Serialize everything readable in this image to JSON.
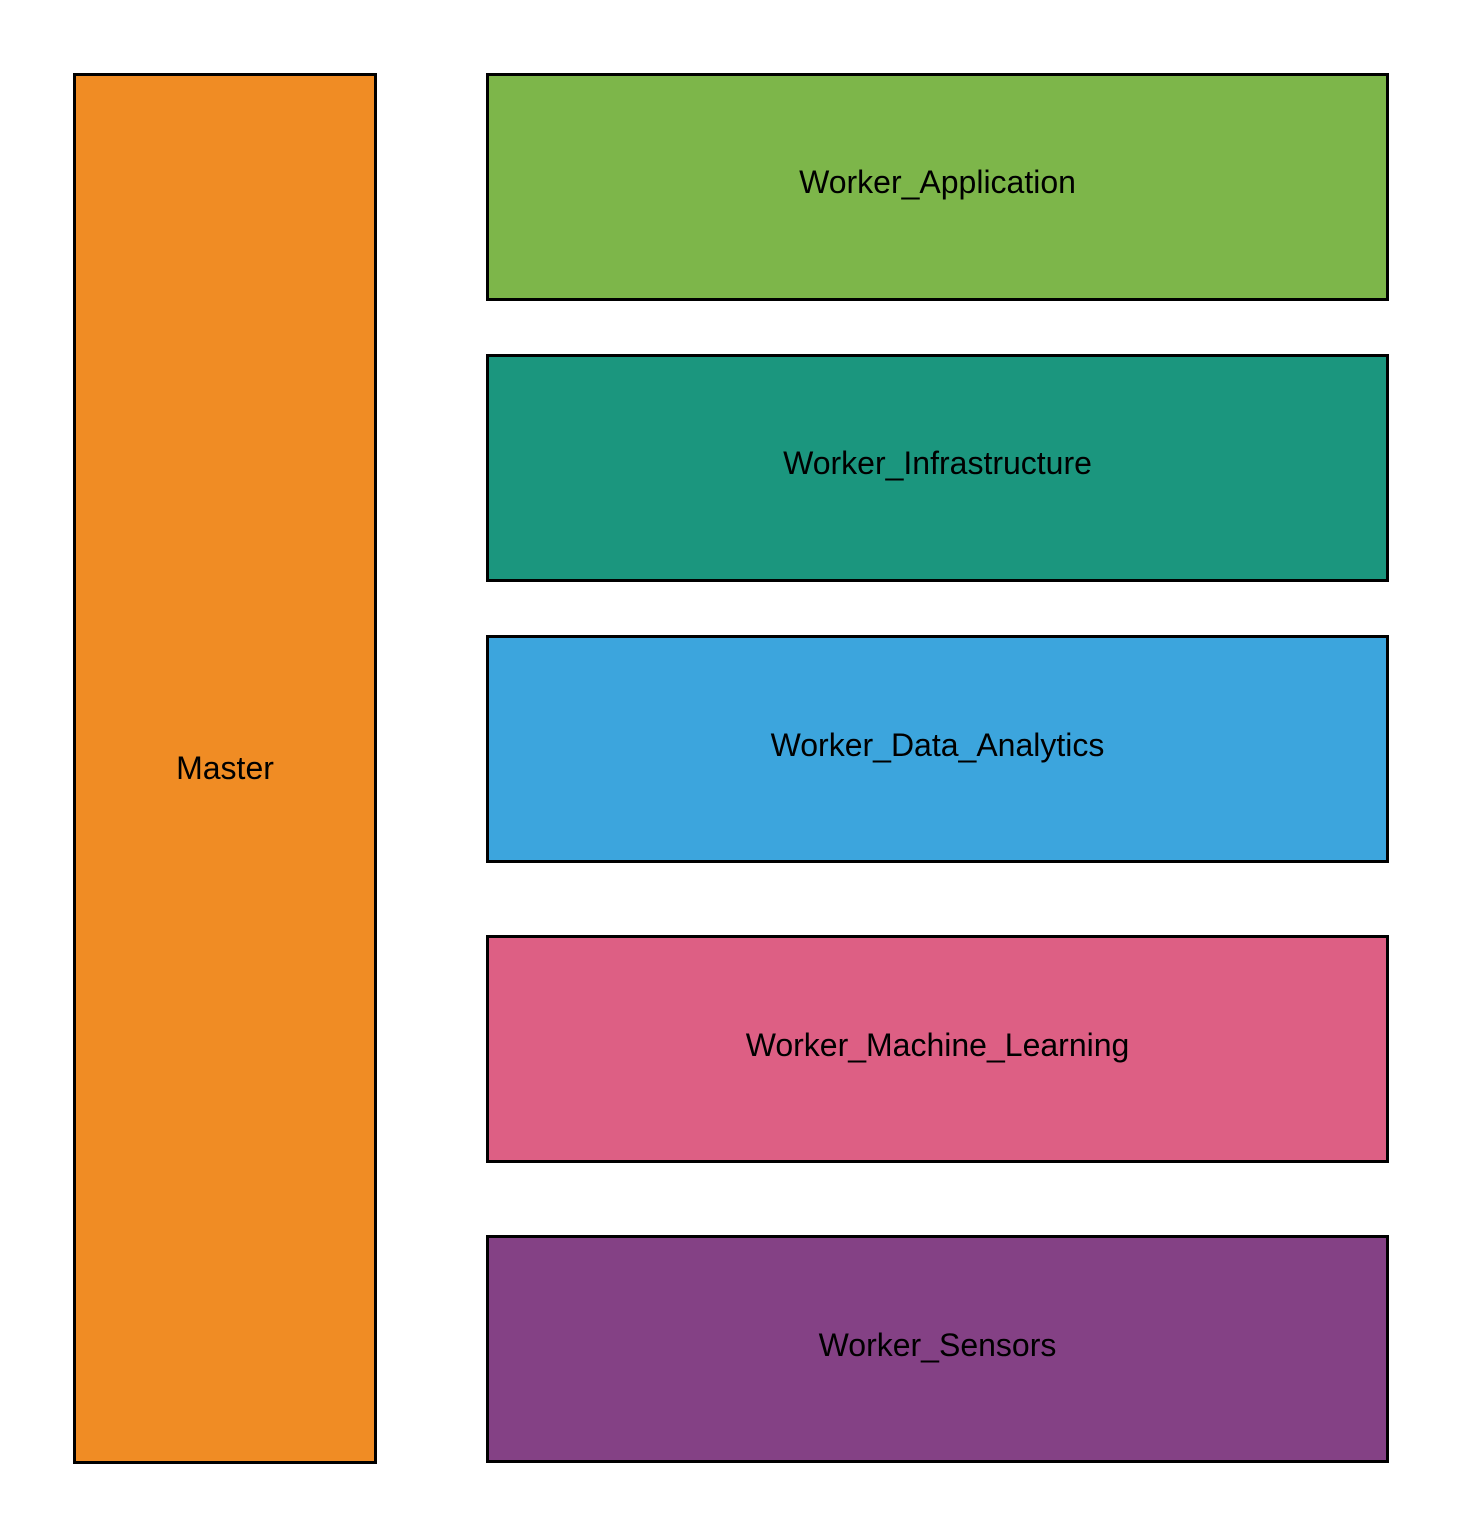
{
  "master": {
    "label": "Master",
    "color": "#F08C24"
  },
  "workers": [
    {
      "label": "Worker_Application",
      "color": "#7DB64A"
    },
    {
      "label": "Worker_Infrastructure",
      "color": "#1B967E"
    },
    {
      "label": "Worker_Data_Analytics",
      "color": "#3CA5DD"
    },
    {
      "label": "Worker_Machine_Learning",
      "color": "#DD5F84"
    },
    {
      "label": "Worker_Sensors",
      "color": "#844185"
    }
  ]
}
